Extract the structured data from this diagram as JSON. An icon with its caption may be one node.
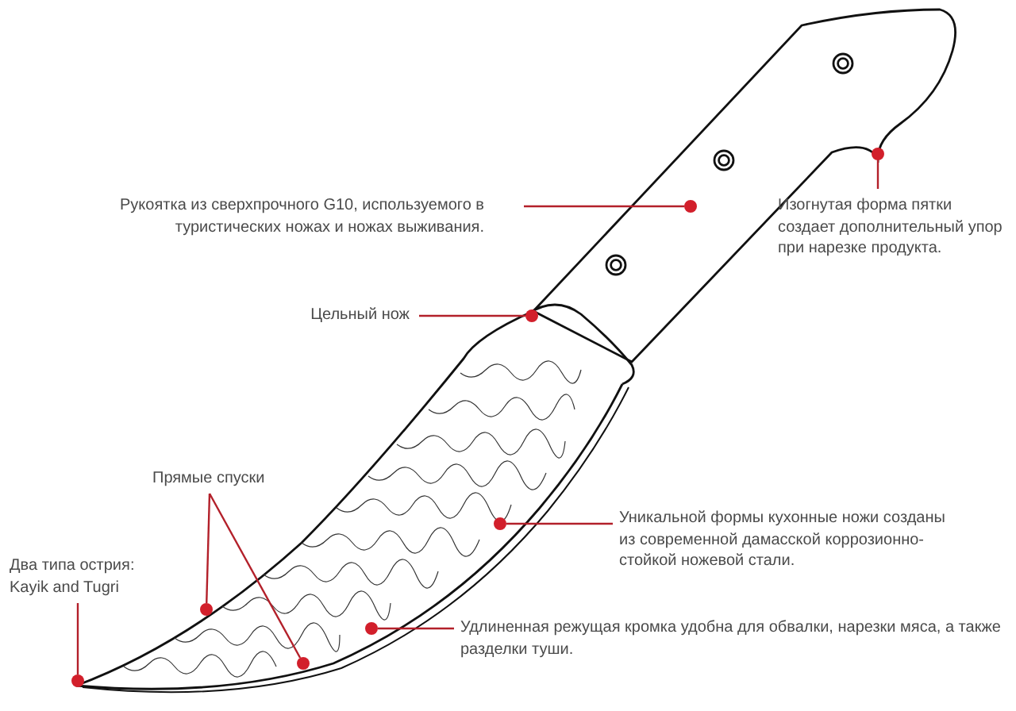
{
  "diagram": {
    "nodes": [
      {
        "text": [
          "Изогнутая форма пятки создает дополнительный упор при нарезке продукта."
        ]
      },
      {
        "text": [],
        "shape": "circle"
      },
      {
        "text": [
          "Рукоятка из сверхпрочного G10, используемого в туристических ножах и ножах выживания."
        ]
      },
      {
        "text": [],
        "shape": "circle"
      },
      {
        "text": [
          "Цельный нож"
        ]
      },
      {
        "text": [],
        "shape": "circle"
      },
      {
        "text": [
          "Прямые спуски"
        ]
      },
      {
        "text": [],
        "shape": "circle"
      },
      {
        "text": [],
        "shape": "circle"
      },
      {
        "text": [
          "Уникальной формы кухонные ножи созданы из современной дамасской коррозионно-стойкой ножевой стали."
        ]
      },
      {
        "text": [],
        "shape": "circle"
      },
      {
        "text": [
          "Два типа острия: Kayik and Tugri"
        ]
      },
      {
        "text": [],
        "shape": "circle"
      },
      {
        "text": [
          "Удлиненная режущая кромка удобна для обвалки, нарезки мяса, а также разделки туши."
        ]
      },
      {
        "text": [],
        "shape": "circle"
      }
    ],
    "edges": [
      {
        "from": 0,
        "to": 1,
        "arrow": "none"
      },
      {
        "from": 2,
        "to": 3,
        "arrow": "none"
      },
      {
        "from": 4,
        "to": 5,
        "arrow": "none"
      },
      {
        "from": 6,
        "to": 7,
        "arrow": "none"
      },
      {
        "from": 6,
        "to": 8,
        "arrow": "none"
      },
      {
        "from": 9,
        "to": 10,
        "arrow": "none"
      },
      {
        "from": 11,
        "to": 12,
        "arrow": "none"
      },
      {
        "from": 13,
        "to": 14,
        "arrow": "none"
      }
    ]
  }
}
